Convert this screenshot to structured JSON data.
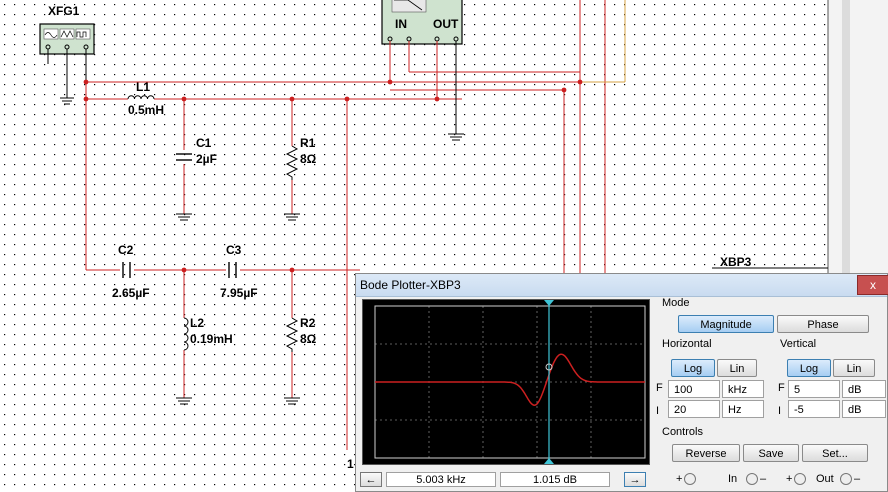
{
  "schematic": {
    "generator_name": "XFG1",
    "bode_instrument_name": "XBP3",
    "bode_terminals": {
      "in": "IN",
      "out": "OUT"
    },
    "components": [
      {
        "ref": "L1",
        "value": "0.5mH"
      },
      {
        "ref": "C1",
        "value": "2µF"
      },
      {
        "ref": "R1",
        "value": "8Ω"
      },
      {
        "ref": "C2",
        "value": "2.65µF"
      },
      {
        "ref": "C3",
        "value": "7.95µF"
      },
      {
        "ref": "L2",
        "value": "0.19mH"
      },
      {
        "ref": "R2",
        "value": "8Ω"
      }
    ],
    "partial_label": "1"
  },
  "bode": {
    "title": "Bode Plotter-XBP3",
    "close_label": "x",
    "mode": {
      "label": "Mode",
      "magnitude": "Magnitude",
      "phase": "Phase",
      "selected": "Magnitude"
    },
    "horizontal": {
      "label": "Horizontal",
      "log": "Log",
      "lin": "Lin",
      "selected": "Log",
      "f_label": "F",
      "f_value": "100",
      "f_unit": "kHz",
      "i_label": "I",
      "i_value": "20",
      "i_unit": "Hz"
    },
    "vertical": {
      "label": "Vertical",
      "log": "Log",
      "lin": "Lin",
      "selected": "Log",
      "f_label": "F",
      "f_value": "5",
      "f_unit": "dB",
      "i_label": "I",
      "i_value": "-5",
      "i_unit": "dB"
    },
    "controls": {
      "label": "Controls",
      "reverse": "Reverse",
      "save": "Save",
      "set": "Set..."
    },
    "readout": {
      "frequency": "5.003 kHz",
      "magnitude": "1.015 dB",
      "left_arrow": "←",
      "right_arrow": "→"
    },
    "terminals": {
      "plus1": "+",
      "minus1": "–",
      "in": "In",
      "plus2": "+",
      "minus2": "–",
      "out": "Out"
    },
    "colors": {
      "trace": "#cc2020",
      "cursor": "#3fc4d6",
      "screen": "#000000",
      "grid": "#7a7a7a"
    }
  }
}
